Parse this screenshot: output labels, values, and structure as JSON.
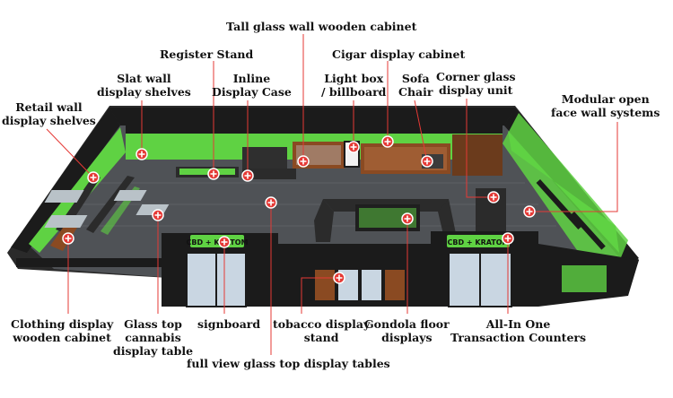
{
  "colors": {
    "accent": "#e53935",
    "wall_black": "#1b1b1b",
    "green": "#5fd243",
    "floor": "#4f5256",
    "wood": "#8a4a22",
    "glass": "#c9d6e2"
  },
  "signs": {
    "front_left": "CBD + KRATOM",
    "front_right": "CBD + KRATOM"
  },
  "labels": [
    {
      "id": "tall-glass-wall-wooden-cabinet",
      "lines": [
        "Tall glass wall wooden cabinet"
      ]
    },
    {
      "id": "register-stand",
      "lines": [
        "Register Stand"
      ]
    },
    {
      "id": "cigar-display-cabinet",
      "lines": [
        "Cigar display cabinet"
      ]
    },
    {
      "id": "slat-wall-display-shelves",
      "lines": [
        "Slat wall",
        "display shelves"
      ]
    },
    {
      "id": "inline-display-case",
      "lines": [
        "Inline",
        "Display Case"
      ]
    },
    {
      "id": "light-box-billboard",
      "lines": [
        "Light box",
        "/ billboard"
      ]
    },
    {
      "id": "sofa-chair",
      "lines": [
        "Sofa",
        "Chair"
      ]
    },
    {
      "id": "corner-glass-display-unit",
      "lines": [
        "Corner glass",
        "display unit"
      ]
    },
    {
      "id": "modular-open-face-wall-systems",
      "lines": [
        "Modular open",
        "face wall systems"
      ]
    },
    {
      "id": "retail-wall-display-shelves",
      "lines": [
        "Retail wall",
        "display shelves"
      ]
    },
    {
      "id": "clothing-display-wooden-cabinet",
      "lines": [
        "Clothing display",
        "wooden cabinet"
      ]
    },
    {
      "id": "glass-top-cannabis-display-table",
      "lines": [
        "Glass top",
        "cannabis",
        "display table"
      ]
    },
    {
      "id": "signboard",
      "lines": [
        "signboard"
      ]
    },
    {
      "id": "tobacco-display-stand",
      "lines": [
        "tobacco display",
        "stand"
      ]
    },
    {
      "id": "gondola-floor-displays",
      "lines": [
        "Gondola floor",
        "displays"
      ]
    },
    {
      "id": "all-in-one-transaction-counters",
      "lines": [
        "All-In One",
        "Transaction Counters"
      ]
    },
    {
      "id": "full-view-glass-top-display-tables",
      "lines": [
        "full view glass top display tables"
      ]
    }
  ]
}
